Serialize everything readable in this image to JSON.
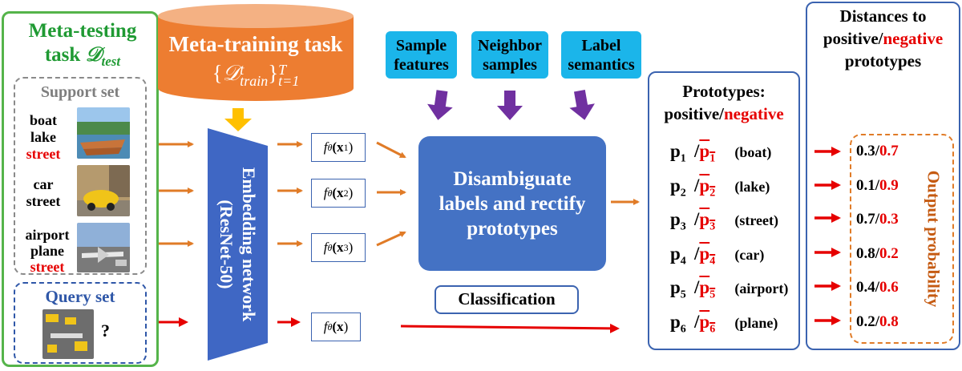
{
  "meta_testing": {
    "title_line1": "Meta-testing",
    "title_line2": "task",
    "title_symbol": "𝒟",
    "title_sub": "test",
    "support_title": "Support set",
    "samples": [
      {
        "labels": [
          "boat",
          "lake"
        ],
        "neg_label": "street"
      },
      {
        "labels": [
          "car",
          "street"
        ],
        "neg_label": ""
      },
      {
        "labels": [
          "airport",
          "plane"
        ],
        "neg_label": "street"
      }
    ],
    "query_title": "Query set",
    "query_mark": "?"
  },
  "meta_training": {
    "title": "Meta-training task",
    "formula_open": "{",
    "formula_sym": "𝒟",
    "formula_sup": "t",
    "formula_sub": "train",
    "formula_close": "}",
    "range_sup": "T",
    "range_sub": "t=1"
  },
  "embedding": {
    "line1": "Embedding network",
    "line2": "(ResNet-50)"
  },
  "embeddings": [
    {
      "func": "f",
      "theta": "θ",
      "arg": "(x",
      "arg_sub": "1",
      "close": ")"
    },
    {
      "func": "f",
      "theta": "θ",
      "arg": "(x",
      "arg_sub": "2",
      "close": ")"
    },
    {
      "func": "f",
      "theta": "θ",
      "arg": "(x",
      "arg_sub": "3",
      "close": ")"
    },
    {
      "func": "f",
      "theta": "θ",
      "arg": "(x",
      "arg_sub": "",
      "close": ")"
    }
  ],
  "features": [
    {
      "line1": "Sample",
      "line2": "features"
    },
    {
      "line1": "Neighbor",
      "line2": "samples"
    },
    {
      "line1": "Label",
      "line2": "semantics"
    }
  ],
  "disambiguate": {
    "line1": "Disambiguate",
    "line2": "labels and rectify",
    "line3": "prototypes"
  },
  "classification": "Classification",
  "prototypes": {
    "title_line1": "Prototypes:",
    "title_pos": "positive/",
    "title_neg": "negative",
    "rows": [
      {
        "p": "p",
        "sub": "1",
        "label": "(boat)"
      },
      {
        "p": "p",
        "sub": "2",
        "label": "(lake)"
      },
      {
        "p": "p",
        "sub": "3",
        "label": "(street)"
      },
      {
        "p": "p",
        "sub": "4",
        "label": "(car)"
      },
      {
        "p": "p",
        "sub": "5",
        "label": "(airport)"
      },
      {
        "p": "p",
        "sub": "6",
        "label": "(plane)"
      }
    ]
  },
  "distances": {
    "title_line1": "Distances to",
    "title_pos": "positive/",
    "title_neg": "negative",
    "title_line3": "prototypes",
    "output_label": "Output probability",
    "rows": [
      {
        "pos": "0.3/",
        "neg": "0.7"
      },
      {
        "pos": "0.1/",
        "neg": "0.9"
      },
      {
        "pos": "0.7/",
        "neg": "0.3"
      },
      {
        "pos": "0.8/",
        "neg": "0.2"
      },
      {
        "pos": "0.4/",
        "neg": "0.6"
      },
      {
        "pos": "0.2/",
        "neg": "0.8"
      }
    ]
  },
  "colors": {
    "green": "#55b44a",
    "blue": "#3b63b0",
    "orange": "#e07b27",
    "red": "#e60000",
    "cyan": "#1bb5ea",
    "purple": "#7030a0",
    "yellow": "#ffc000",
    "trapezoid": "#3f67c4"
  }
}
